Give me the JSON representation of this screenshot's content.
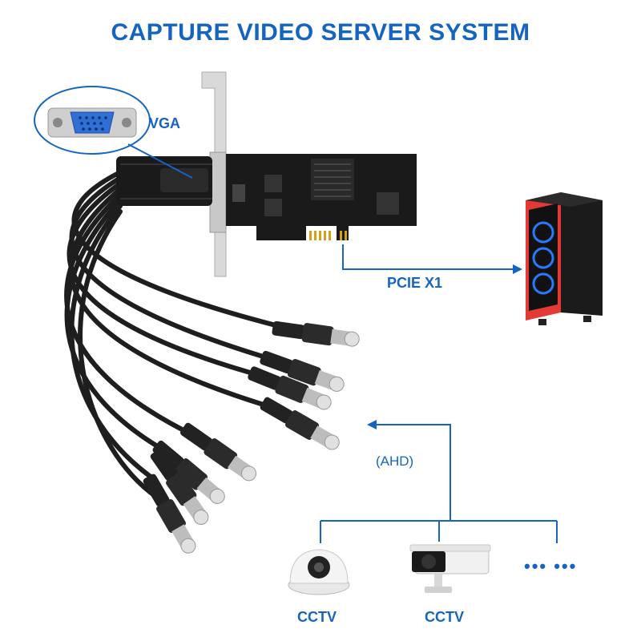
{
  "title": "CAPTURE VIDEO SERVER SYSTEM",
  "labels": {
    "vga": "VGA",
    "pcie": "PCIE X1",
    "ahd": "(AHD)",
    "camera_1": "CCTV",
    "camera_2": "CCTV",
    "more": "••• •••"
  },
  "colors": {
    "accent": "#1565c0",
    "pcb": "#1a1a1a",
    "bracket": "#d9d9d9",
    "vga_blue": "#2f6fd6",
    "tower_red": "#e53935",
    "cable": "#1e1e1e"
  },
  "icons": [
    "vga-port-icon",
    "capture-card-icon",
    "computer-tower-icon",
    "dome-camera-icon",
    "bullet-camera-icon",
    "bnc-connector-icon"
  ]
}
